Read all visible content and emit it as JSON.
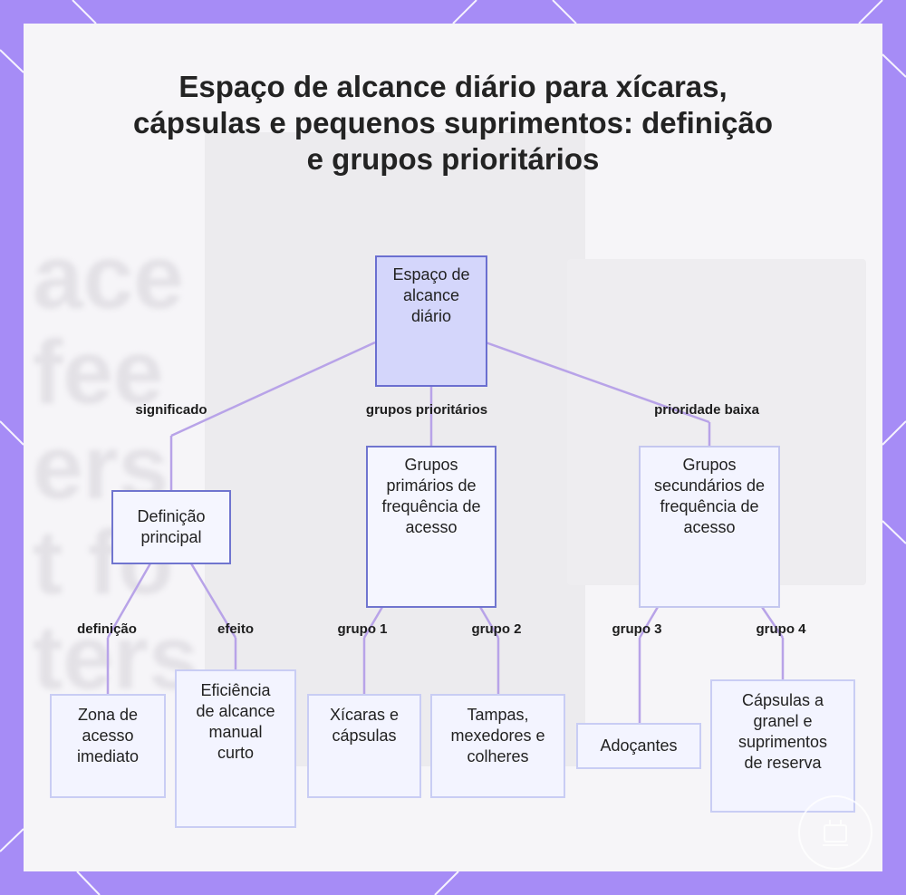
{
  "title": "Espaço de alcance diário para xícaras, cápsulas e pequenos suprimentos: definição e grupos prioritários",
  "background_text": [
    "ace",
    "fee",
    "ers",
    "t fo",
    "ters"
  ],
  "nodes": {
    "root": "Espaço de alcance diário",
    "main_definition": "Definição principal",
    "primary_groups": "Grupos primários de frequência de acesso",
    "secondary_groups": "Grupos secundários de frequência de acesso",
    "immediate_zone": "Zona de acesso imediato",
    "reach_efficiency": "Eficiência de alcance manual curto",
    "cups_capsules": "Xícaras e cápsulas",
    "lids_stirrers": "Tampas, mexedores e colheres",
    "sweeteners": "Adoçantes",
    "bulk_capsules": "Cápsulas a granel e suprimentos de reserva"
  },
  "edge_labels": {
    "meaning": "significado",
    "priority_groups": "grupos prioritários",
    "low_priority": "prioridade baixa",
    "definition": "definição",
    "effect": "efeito",
    "group1": "grupo 1",
    "group2": "grupo 2",
    "group3": "grupo 3",
    "group4": "grupo 4"
  },
  "colors": {
    "frame": "#a68cf6",
    "panel": "#f6f5f8",
    "edge": "#b8a3e8",
    "root_fill": "#d4d6fb",
    "node_border": "#7075cf"
  },
  "watermark_icon": "logo-badge-icon"
}
